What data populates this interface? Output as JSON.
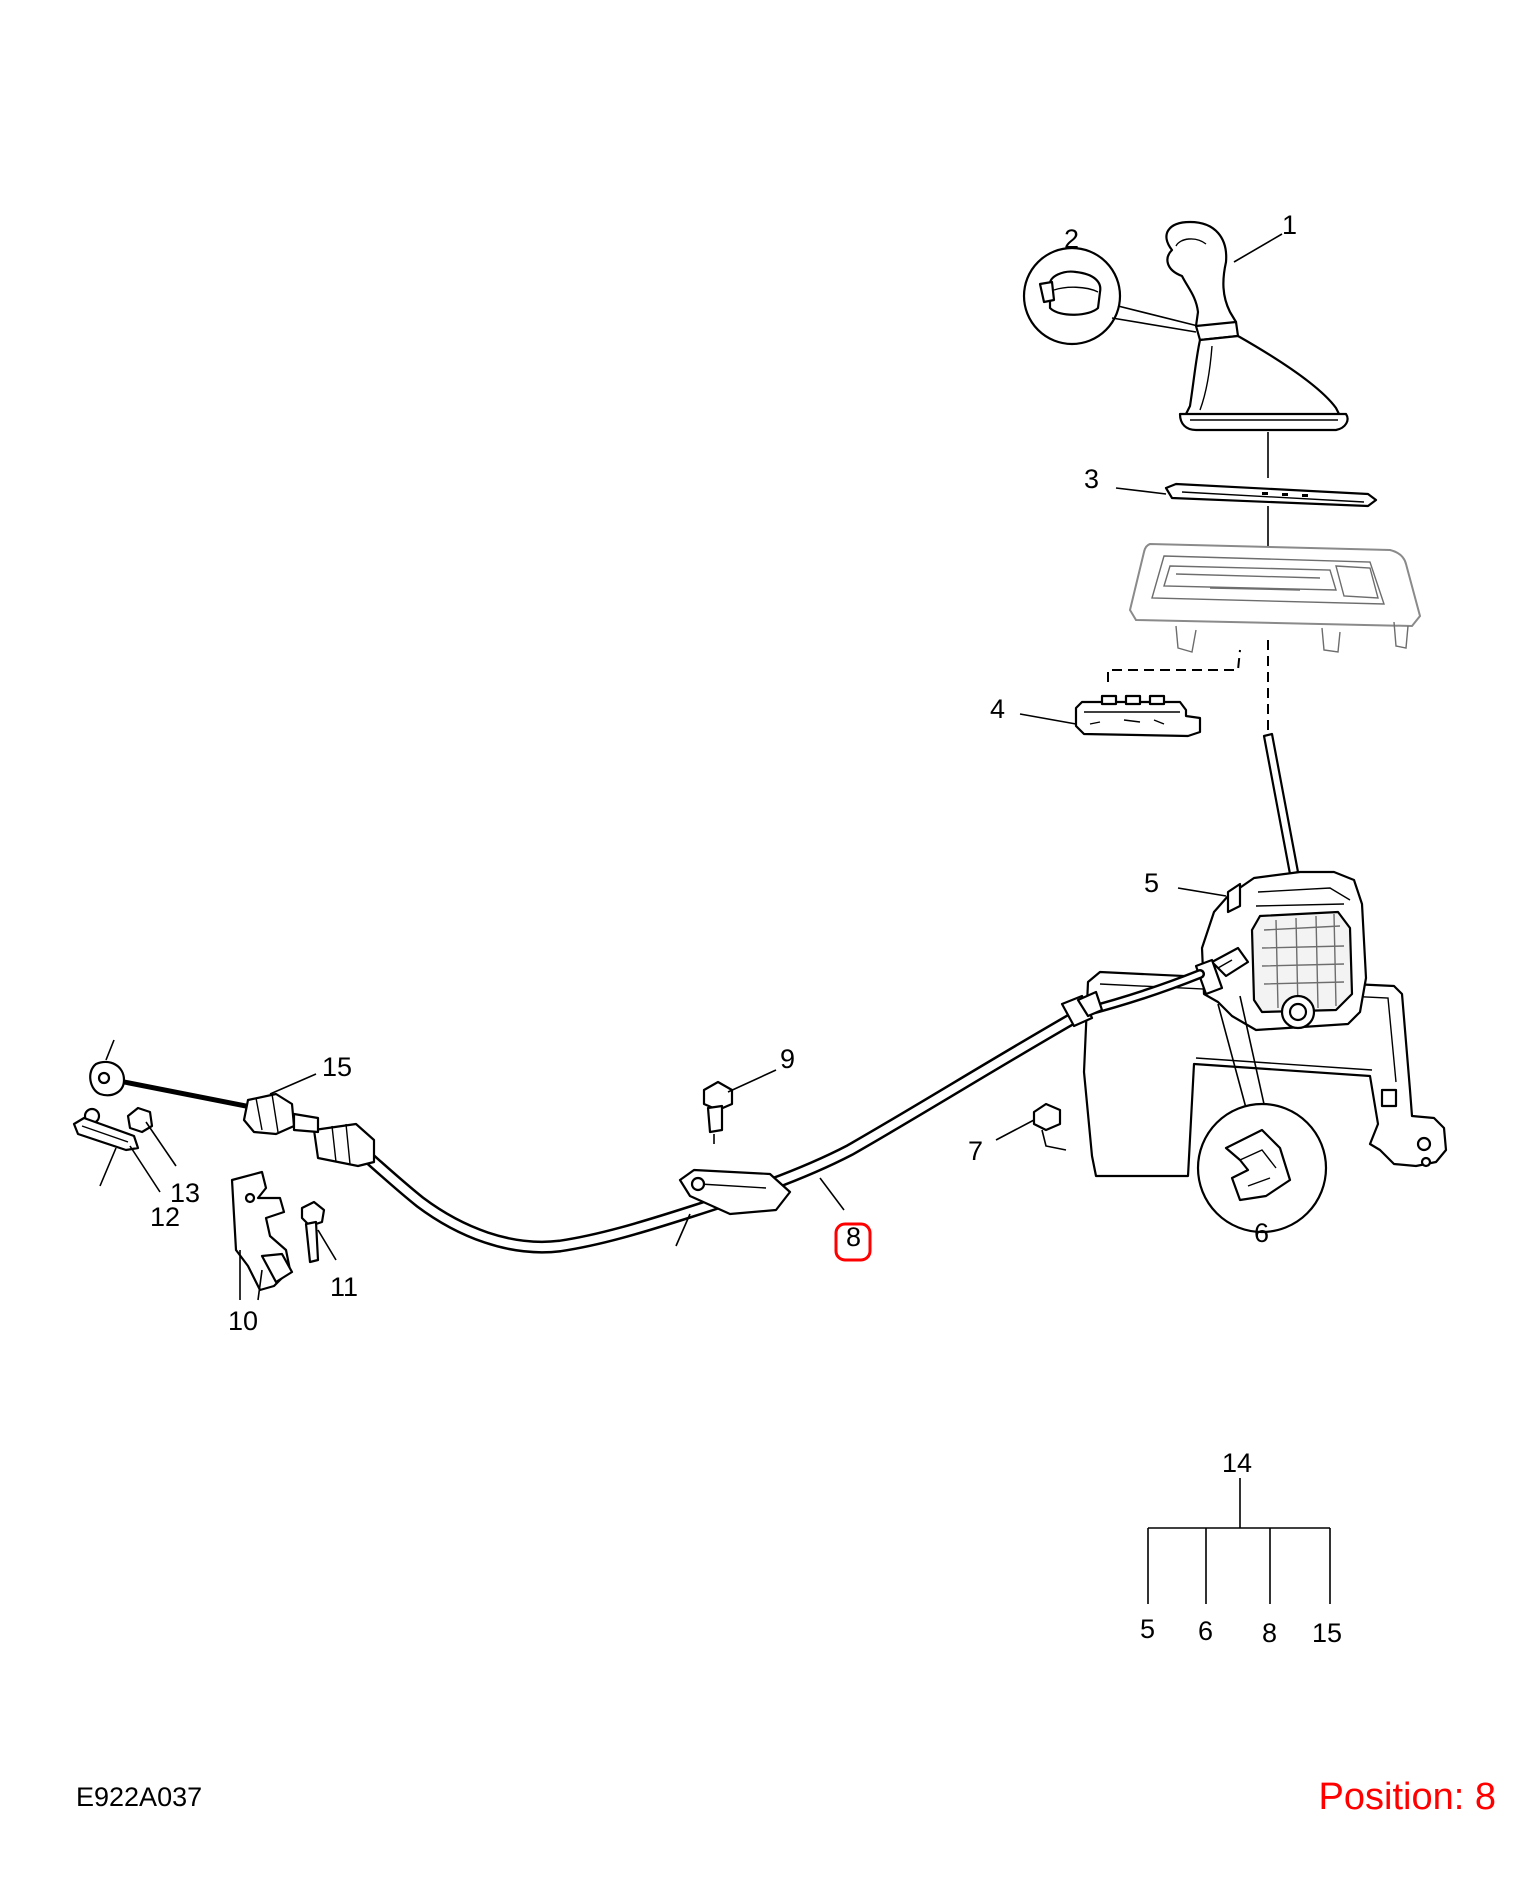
{
  "diagram": {
    "callouts": [
      {
        "id": "1",
        "text": "1"
      },
      {
        "id": "2",
        "text": "2"
      },
      {
        "id": "3",
        "text": "3"
      },
      {
        "id": "4",
        "text": "4"
      },
      {
        "id": "5",
        "text": "5"
      },
      {
        "id": "6",
        "text": "6"
      },
      {
        "id": "7",
        "text": "7"
      },
      {
        "id": "8",
        "text": "8"
      },
      {
        "id": "9",
        "text": "9"
      },
      {
        "id": "10",
        "text": "10"
      },
      {
        "id": "11",
        "text": "11"
      },
      {
        "id": "12",
        "text": "12"
      },
      {
        "id": "13",
        "text": "13"
      },
      {
        "id": "14",
        "text": "14"
      },
      {
        "id": "15",
        "text": "15"
      }
    ],
    "kit": {
      "parent": "14",
      "children": [
        "5",
        "6",
        "8",
        "15"
      ]
    },
    "highlighted_callout": "8",
    "highlight_color": "#ff0000"
  },
  "footer": {
    "drawing_code": "E922A037",
    "position_label": "Position: 8",
    "position_color": "#ff0000"
  }
}
